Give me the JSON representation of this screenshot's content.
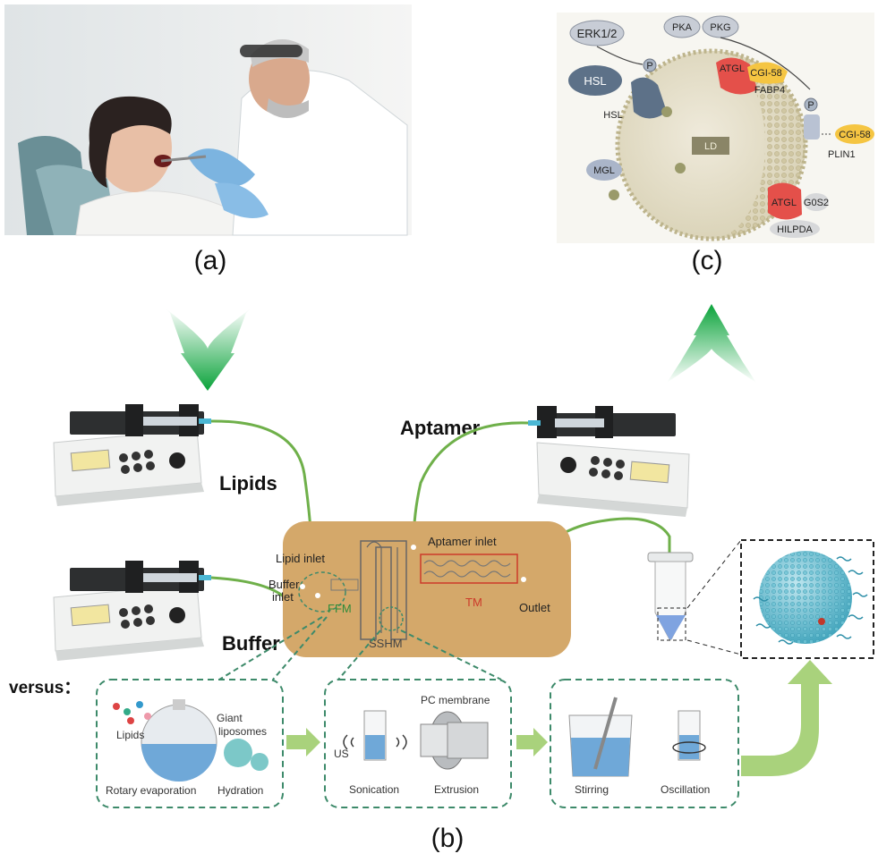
{
  "panels": {
    "a": "(a)",
    "b": "(b)",
    "c": "(c)"
  },
  "pumps": {
    "lipids": "Lipids",
    "buffer": "Buffer",
    "aptamer": "Aptamer"
  },
  "chip": {
    "lipid_inlet": "Lipid inlet",
    "buffer_inlet_1": "Buffer",
    "buffer_inlet_2": "inlet",
    "ffm": "FFM",
    "sshm": "SSHM",
    "aptamer_inlet": "Aptamer inlet",
    "tm": "TM",
    "outlet": "Outlet"
  },
  "versus": "versus：",
  "conventional": {
    "box1": {
      "lipids": "Lipids",
      "giant_1": "Giant",
      "giant_2": "liposomes",
      "rotary": "Rotary evaporation",
      "hydration": "Hydration"
    },
    "box2": {
      "us": "US",
      "pc_membrane": "PC membrane",
      "sonication": "Sonication",
      "extrusion": "Extrusion"
    },
    "box3": {
      "stirring": "Stirring",
      "oscillation": "Oscillation"
    }
  },
  "lipolysis": {
    "erk": "ERK1/2",
    "pka": "PKA",
    "pkg": "PKG",
    "hsl_top": "HSL",
    "hsl_bot": "HSL",
    "mgl": "MGL",
    "atgl_top": "ATGL",
    "cgi58_top": "CGI-58",
    "fabp4": "FABP4",
    "p1": "P",
    "p2": "P",
    "ld": "LD",
    "cgi58_right": "CGI-58",
    "plin1": "PLIN1",
    "atgl_bot": "ATGL",
    "g0s2": "G0S2",
    "hilpda": "HILPDA"
  },
  "colors": {
    "chip": "#d4a86a",
    "tube": "#6fb04a",
    "arrow_green": "#12a53a",
    "dashed": "#3d8a6a"
  }
}
